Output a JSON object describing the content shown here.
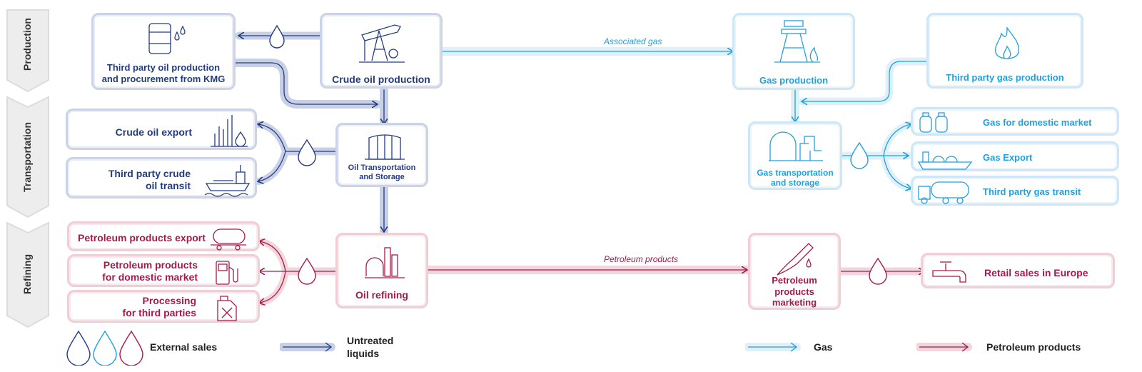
{
  "stages": {
    "production": "Production",
    "transportation": "Transportation",
    "refining": "Refining"
  },
  "oil": {
    "third_party": "Third party oil production\nand procurement from KMG",
    "crude_production": "Crude oil production",
    "crude_export": "Crude oil export",
    "third_party_transit": "Third party crude\noil transit",
    "transport_storage": "Oil Transportation\nand Storage"
  },
  "gas": {
    "production": "Gas production",
    "third_party": "Third party gas production",
    "transport_storage": "Gas transportation\nand storage",
    "domestic": "Gas for domestic market",
    "export": "Gas Export",
    "transit": "Third party gas transit",
    "associated": "Associated gas"
  },
  "refining": {
    "export": "Petroleum products export",
    "domestic": "Petroleum products\nfor domestic market",
    "processing": "Processing\nfor third parties",
    "oil_refining": "Oil refining",
    "marketing": "Petroleum\nproducts\nmarketing",
    "retail": "Retail sales in Europe",
    "flow": "Petroleum products"
  },
  "legend": {
    "external_sales": "External sales",
    "untreated": "Untreated\nliquids",
    "gas": "Gas",
    "petroleum": "Petroleum products"
  },
  "colors": {
    "oil": "#233c80",
    "gas": "#22a0dd",
    "refining": "#a61a4a"
  }
}
